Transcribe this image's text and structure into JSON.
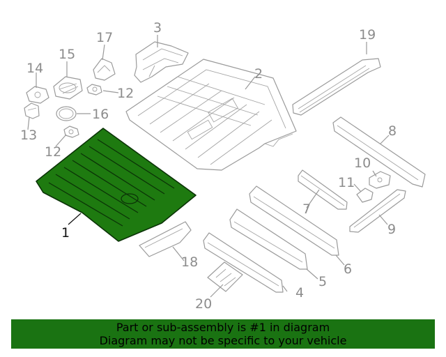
{
  "diagram": {
    "highlighted_part": "1",
    "callouts": {
      "p1": "1",
      "p2": "2",
      "p3": "3",
      "p4": "4",
      "p5": "5",
      "p6": "6",
      "p7": "7",
      "p8": "8",
      "p9": "9",
      "p10": "10",
      "p11": "11",
      "p12a": "12",
      "p12b": "12",
      "p13": "13",
      "p14": "14",
      "p15": "15",
      "p16": "16",
      "p17": "17",
      "p18": "18",
      "p19": "19",
      "p20": "20"
    },
    "colors": {
      "highlight": "#1e7a10",
      "outline": "#9a9a9a",
      "banner": "#1a7312"
    }
  },
  "banner": {
    "line1": "Part or sub-assembly is #1 in diagram",
    "line2": "Diagram may not be specific to your vehicle"
  }
}
